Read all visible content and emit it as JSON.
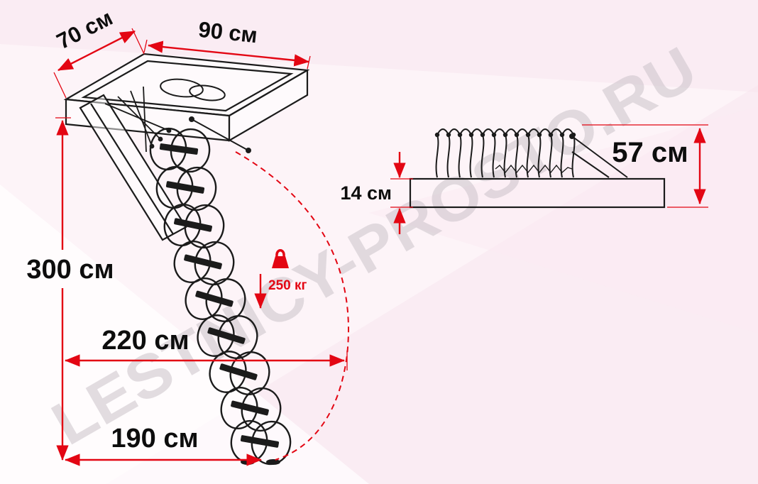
{
  "watermark": "LESTNICY-PROSTO.RU",
  "colors": {
    "dimension_red": "#e30613",
    "drawing_ink": "#1b1b1b",
    "label_black": "#0d0d0d",
    "background_pink": "#fdf4f8",
    "background_shape_pink": "#f7e3ee",
    "watermark_gray": "#cbc3ca"
  },
  "opened_view": {
    "hatch_width_label": "70 см",
    "hatch_length_label": "90 см",
    "ceiling_height_label": "300 см",
    "max_reach_label": "220 см",
    "floor_span_label": "190 см",
    "load_capacity_label": "250 кг"
  },
  "folded_view": {
    "folded_height_label": "57 см",
    "box_height_label": "14 см"
  }
}
